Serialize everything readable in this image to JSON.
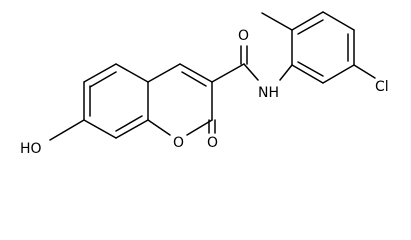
{
  "molecule": {
    "atom_labels": {
      "carbonyl_oxygen": "O",
      "amide_nitrogen": "NH",
      "chlorine": "Cl",
      "ring_oxygen": "O",
      "lactone_oxygen": "O",
      "hydroxyl": "HO"
    }
  }
}
